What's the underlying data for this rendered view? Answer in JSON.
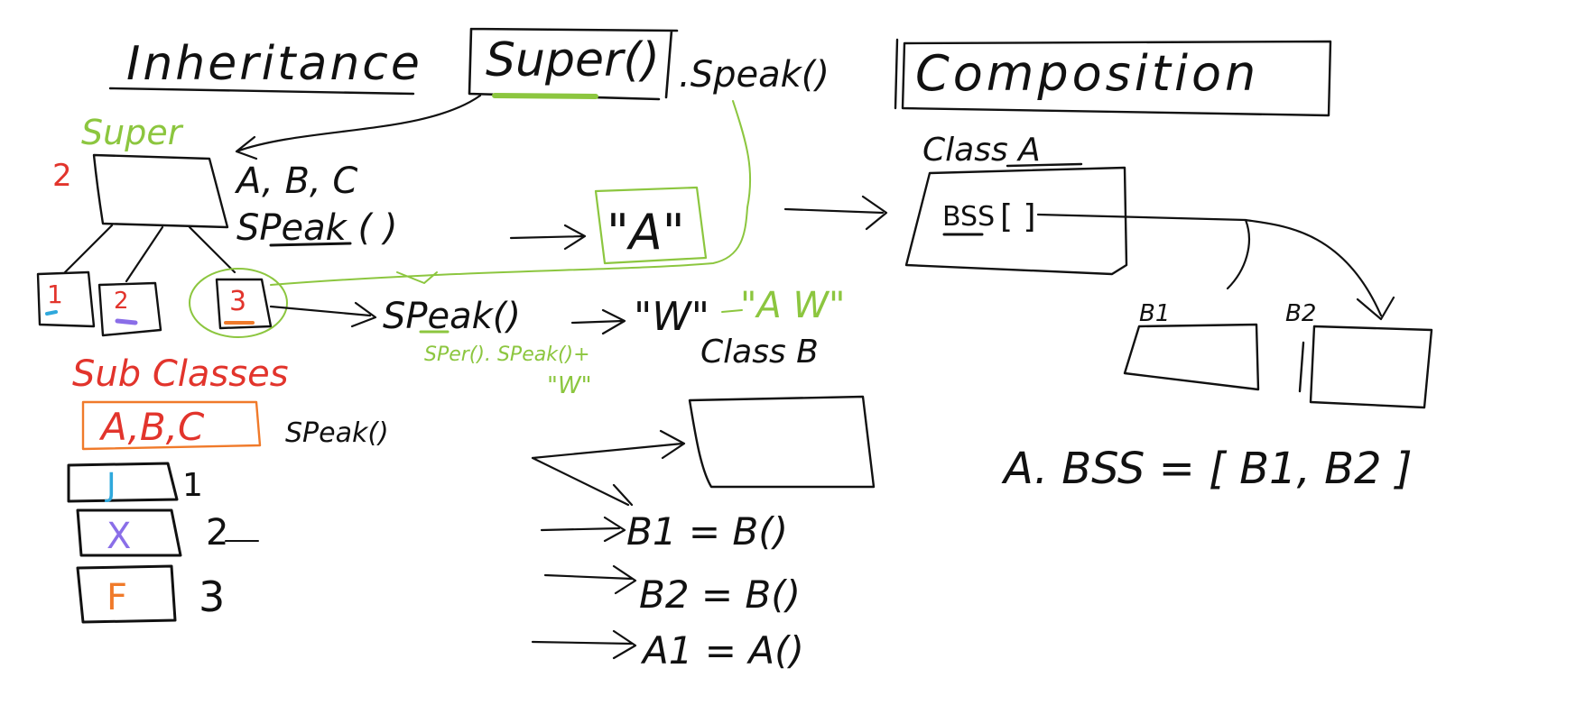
{
  "colors": {
    "ink": "#111111",
    "green": "#8cc63f",
    "red": "#e2342c",
    "orange": "#f07a2a",
    "blue": "#2fa8dc",
    "purple": "#8a6ee8"
  },
  "header": {
    "inheritance_title": "Inheritance",
    "super_call": "Super()",
    "speak_call": ".Speak()",
    "composition_title": "Composition"
  },
  "inheritance": {
    "super_label": "Super",
    "super_count": "2",
    "super_letters": "A, B, C",
    "super_method": "SPeak ( )",
    "super_output": "\"A\"",
    "subclass_ids": [
      "1",
      "2",
      "3"
    ],
    "sub3_method": "SPeak()",
    "sub3_output": "\"W\"",
    "sub3_combined": "\"A W\"",
    "sub3_super_call": "SPer(). SPeak()+",
    "sub3_super_extra": "\"W\"",
    "subclasses_title": "Sub Classes",
    "subclasses_letters": "A,B,C",
    "subclasses_method": "SPeak()",
    "legend": [
      {
        "mark": "J",
        "number": "1",
        "color": "blue"
      },
      {
        "mark": "X",
        "number": "2",
        "color": "purple"
      },
      {
        "mark": "F",
        "number": "3",
        "color": "orange"
      }
    ]
  },
  "composition": {
    "class_a_title": "Class A",
    "class_a_attr": "BSS",
    "class_a_slot": "[ ]",
    "class_b_title": "Class B",
    "instances": [
      "B1 =  B()",
      "B2 = B()",
      "A1 = A()"
    ],
    "child_labels": [
      "B1",
      "B2"
    ],
    "assignment": "A. BSS = [ B1,  B2 ]"
  }
}
